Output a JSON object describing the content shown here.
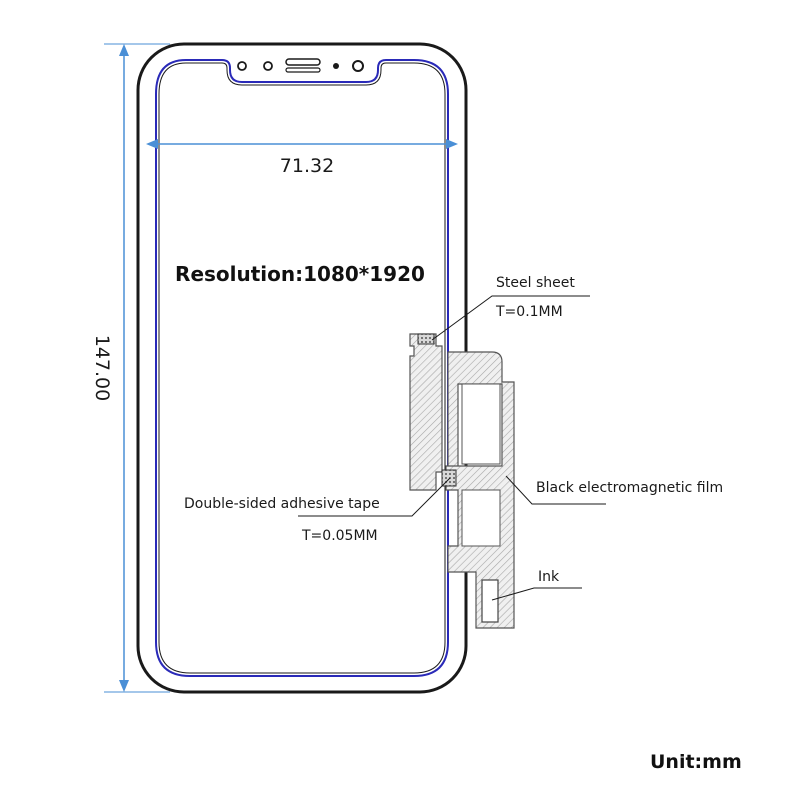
{
  "dimensions": {
    "width_value": "71.32",
    "height_value": "147.00",
    "unit_label": "Unit:mm"
  },
  "screen": {
    "resolution_label": "Resolution:1080*1920"
  },
  "callouts": {
    "steel_sheet": {
      "title": "Steel sheet",
      "thickness": "T=0.1MM"
    },
    "adhesive_tape": {
      "title": "Double-sided adhesive tape",
      "thickness": "T=0.05MM"
    },
    "electromagnetic_film": {
      "title": "Black electromagnetic film"
    },
    "ink": {
      "title": "Ink"
    }
  },
  "colors": {
    "outline": "#1a1a1a",
    "screen_edge": "#2a2ab8",
    "dimension_line": "#4a8fd6",
    "hatch_fill": "#c9c9c9"
  }
}
